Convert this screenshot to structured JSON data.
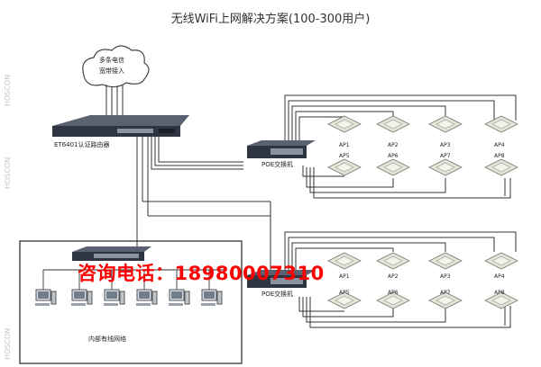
{
  "title": "无线WiFi上网解决方案(100-300用户)",
  "cloud": {
    "line1": "多条电信",
    "line2": "宽带接入"
  },
  "router": {
    "label": "ET6401认证路由器"
  },
  "poe_top": {
    "label": "POE交换机"
  },
  "poe_bottom": {
    "label": "POE交换机"
  },
  "lan": {
    "label": "内部有线网络"
  },
  "ap_top": [
    "AP1",
    "AP2",
    "AP3",
    "AP4",
    "AP5",
    "AP6",
    "AP7",
    "AP8"
  ],
  "ap_bottom": [
    "AP1",
    "AP2",
    "AP3",
    "AP4",
    "AP5",
    "AP6",
    "AP7",
    "AP8"
  ],
  "phone_banner": "咨询电话：18980007310",
  "watermark": "HOSCON",
  "colors": {
    "device_dark": "#2e3440",
    "ap_fill": "#e6e4d6",
    "phone_red": "#ff0000"
  }
}
